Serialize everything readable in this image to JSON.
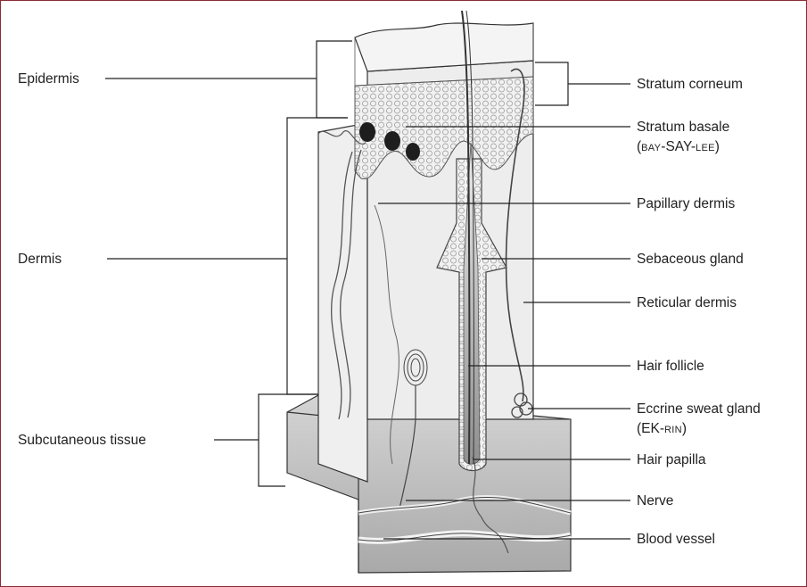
{
  "diagram": {
    "labels_left": {
      "epidermis": "Epidermis",
      "dermis": "Dermis",
      "subcutaneous": "Subcutaneous tissue"
    },
    "labels_right": {
      "stratum_corneum": "Stratum corneum",
      "stratum_basale": "Stratum basale",
      "stratum_basale_pron": {
        "a": "BAY",
        "b": "-SAY-",
        "c": "LEE"
      },
      "papillary_dermis": "Papillary dermis",
      "sebaceous_gland": "Sebaceous gland",
      "reticular_dermis": "Reticular dermis",
      "hair_follicle": "Hair follicle",
      "eccrine_sweat_gland": "Eccrine sweat gland",
      "eccrine_pron": {
        "a": "EK-",
        "b": "RIN"
      },
      "hair_papilla": "Hair papilla",
      "nerve": "Nerve",
      "blood_vessel": "Blood vessel"
    },
    "colors": {
      "frame": "#8a2b36",
      "line": "#222222",
      "tissue": "#e9e9e9",
      "deep": "#b9b9b9"
    }
  }
}
